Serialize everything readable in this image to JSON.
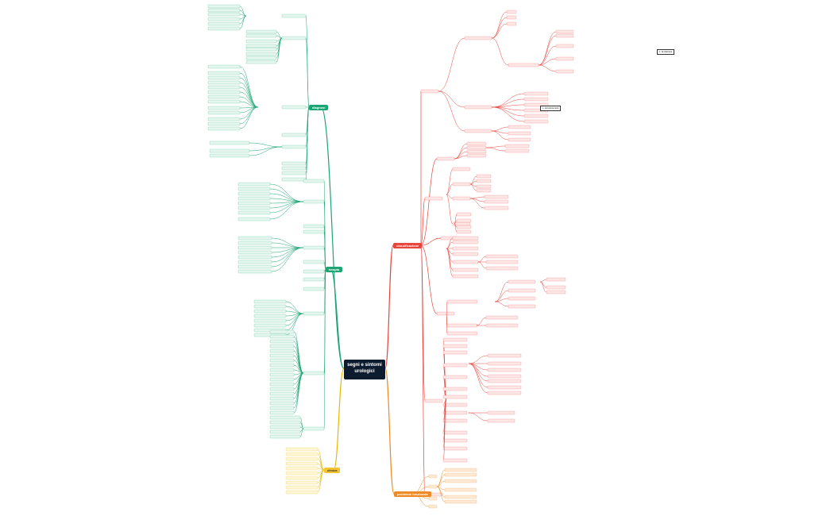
{
  "root": {
    "title": "segni e sintomi urologici"
  },
  "branches": {
    "classificazione": "classificazione",
    "problema_funzionale": "problema funzionale",
    "diagnosi": "diagnosi",
    "terapia": "terapia",
    "clinica": "clinica"
  },
  "callouts": {
    "a": "1. fa infezione",
    "b": "c. ostruzione letto"
  }
}
